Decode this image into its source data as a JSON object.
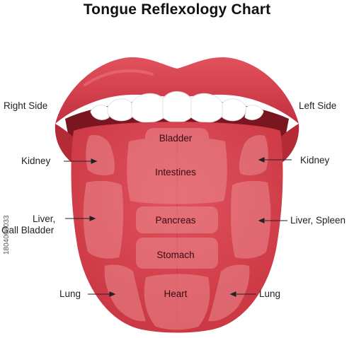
{
  "title": "Tongue Reflexology Chart",
  "colors": {
    "lip": "#d8404c",
    "lip_dark": "#b52a37",
    "tongue": "#d94552",
    "tongue_dark": "#c23744",
    "zone": "#e87a80",
    "teeth": "#ffffff",
    "mouth_inside": "#7a1620"
  },
  "side_labels": {
    "right_side": "Right Side",
    "left_side": "Left Side",
    "kidney_left": "Kidney",
    "kidney_right": "Kidney",
    "liver_gall_line1": "Liver,",
    "liver_gall_line2": "Gall Bladder",
    "liver_spleen": "Liver, Spleen",
    "lung_left": "Lung",
    "lung_right": "Lung"
  },
  "tongue_labels": {
    "bladder": "Bladder",
    "intestines": "Intestines",
    "pancreas": "Pancreas",
    "stomach": "Stomach",
    "heart": "Heart"
  },
  "watermark": "1804003033"
}
